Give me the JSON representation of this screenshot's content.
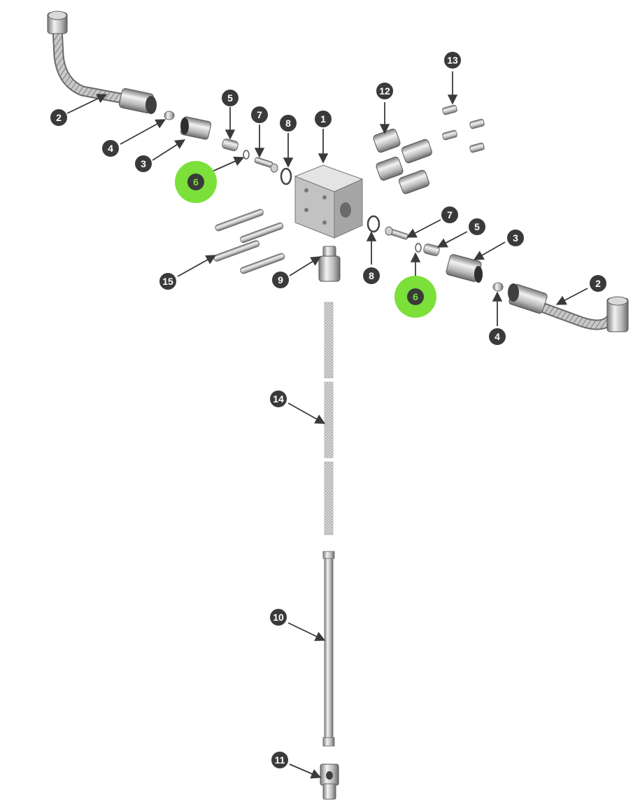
{
  "diagram": {
    "colors": {
      "callout_fill": "#3a3a3a",
      "callout_text": "#ffffff",
      "highlight": "#7be03a",
      "highlight_text": "#2a7a10",
      "metal_light": "#e6e6e6",
      "metal_mid": "#b4b4b4",
      "metal_dark": "#6a6a6a"
    },
    "callouts": [
      {
        "id": "c1",
        "label": "1"
      },
      {
        "id": "c2a",
        "label": "2"
      },
      {
        "id": "c2b",
        "label": "2"
      },
      {
        "id": "c3a",
        "label": "3"
      },
      {
        "id": "c3b",
        "label": "3"
      },
      {
        "id": "c4a",
        "label": "4"
      },
      {
        "id": "c4b",
        "label": "4"
      },
      {
        "id": "c5a",
        "label": "5"
      },
      {
        "id": "c5b",
        "label": "5"
      },
      {
        "id": "c6a",
        "label": "6",
        "highlighted": true
      },
      {
        "id": "c6b",
        "label": "6",
        "highlighted": true
      },
      {
        "id": "c7a",
        "label": "7"
      },
      {
        "id": "c7b",
        "label": "7"
      },
      {
        "id": "c8a",
        "label": "8"
      },
      {
        "id": "c8b",
        "label": "8"
      },
      {
        "id": "c9",
        "label": "9"
      },
      {
        "id": "c10",
        "label": "10"
      },
      {
        "id": "c11",
        "label": "11"
      },
      {
        "id": "c12",
        "label": "12"
      },
      {
        "id": "c13",
        "label": "13"
      },
      {
        "id": "c14",
        "label": "14"
      },
      {
        "id": "c15",
        "label": "15"
      }
    ]
  }
}
